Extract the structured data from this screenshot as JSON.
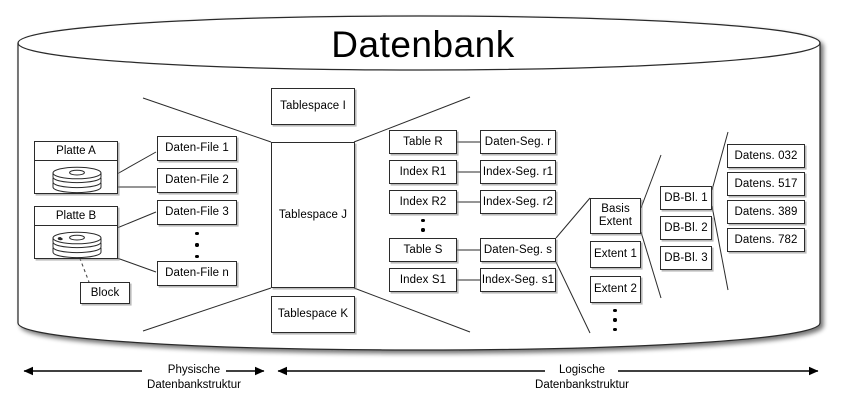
{
  "diagram": {
    "title": "Datenbank",
    "physical": {
      "disks": [
        {
          "label": "Platte A",
          "icon": "disk-platter-icon"
        },
        {
          "label": "Platte B",
          "icon": "disk-platter-icon"
        }
      ],
      "block": "Block",
      "datafiles": [
        "Daten-File 1",
        "Daten-File 2",
        "Daten-File 3",
        "Daten-File n"
      ],
      "datafiles_ellipsis": "⋮"
    },
    "tablespaces": [
      "Tablespace I",
      "Tablespace J",
      "Tablespace K"
    ],
    "objects": [
      "Table R",
      "Index R1",
      "Index R2",
      "Table S",
      "Index S1"
    ],
    "segments": [
      "Daten-Seg. r",
      "Index-Seg. r1",
      "Index-Seg. r2",
      "Daten-Seg. s",
      "Index-Seg. s1"
    ],
    "extents": [
      "Basis Extent",
      "Extent 1",
      "Extent 2"
    ],
    "extents_first_line": "Basis",
    "extents_second_line": "Extent",
    "blocks": [
      "DB-Bl. 1",
      "DB-Bl. 2",
      "DB-Bl. 3"
    ],
    "records": [
      "Datens. 032",
      "Datens. 517",
      "Datens. 389",
      "Datens. 782"
    ],
    "captions": [
      {
        "line1": "Physische",
        "line2": "Datenbankstruktur"
      },
      {
        "line1": "Logische",
        "line2": "Datenbankstruktur"
      }
    ],
    "colors": {
      "stroke": "#2b2b2b",
      "shadow": "#9a9a9a",
      "background": "#ffffff",
      "text": "#000000"
    }
  }
}
